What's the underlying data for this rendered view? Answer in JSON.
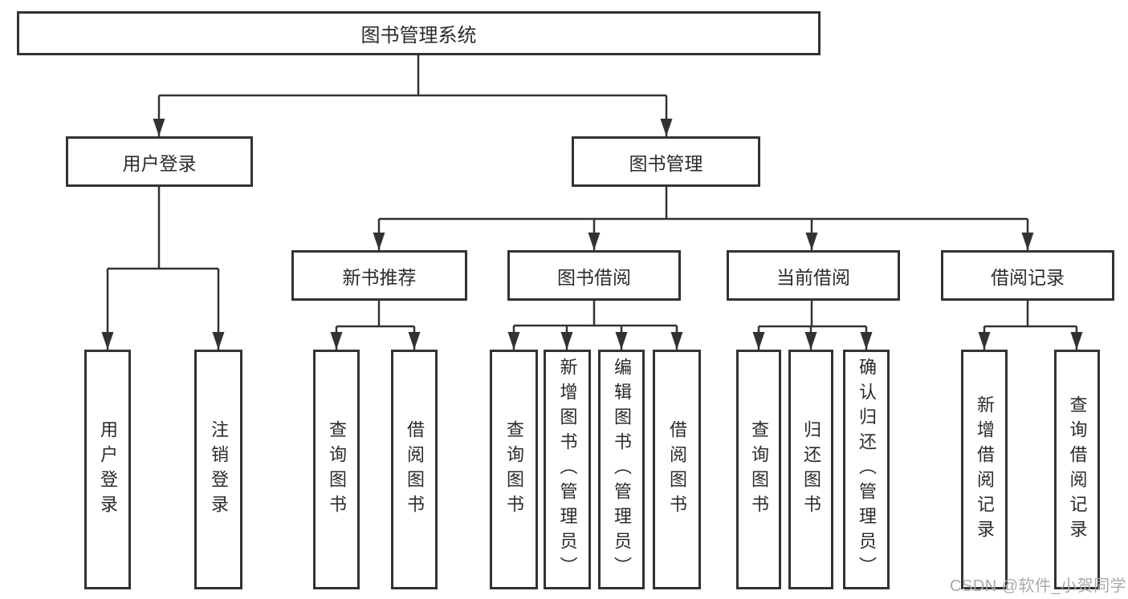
{
  "diagram": {
    "tree": {
      "label": "图书管理系统",
      "children": [
        {
          "label": "用户登录",
          "children": [
            {
              "label": "用户登录"
            },
            {
              "label": "注销登录"
            }
          ]
        },
        {
          "label": "图书管理",
          "children": [
            {
              "label": "新书推荐",
              "children": [
                {
                  "label": "查询图书"
                },
                {
                  "label": "借阅图书"
                }
              ]
            },
            {
              "label": "图书借阅",
              "children": [
                {
                  "label": "查询图书"
                },
                {
                  "label": "新增图书（管理员）"
                },
                {
                  "label": "编辑图书（管理员）"
                },
                {
                  "label": "借阅图书"
                }
              ]
            },
            {
              "label": "当前借阅",
              "children": [
                {
                  "label": "查询图书"
                },
                {
                  "label": "归还图书"
                },
                {
                  "label": "确认归还（管理员）"
                }
              ]
            },
            {
              "label": "借阅记录",
              "children": [
                {
                  "label": "新增借阅记录"
                },
                {
                  "label": "查询借阅记录"
                }
              ]
            }
          ]
        }
      ]
    },
    "colors": {
      "line": "#323232",
      "text": "#2b2b2b",
      "background": "#ffffff",
      "watermark": "#a9a9a9"
    }
  },
  "watermark": "CSDN @软件_小贺同学"
}
